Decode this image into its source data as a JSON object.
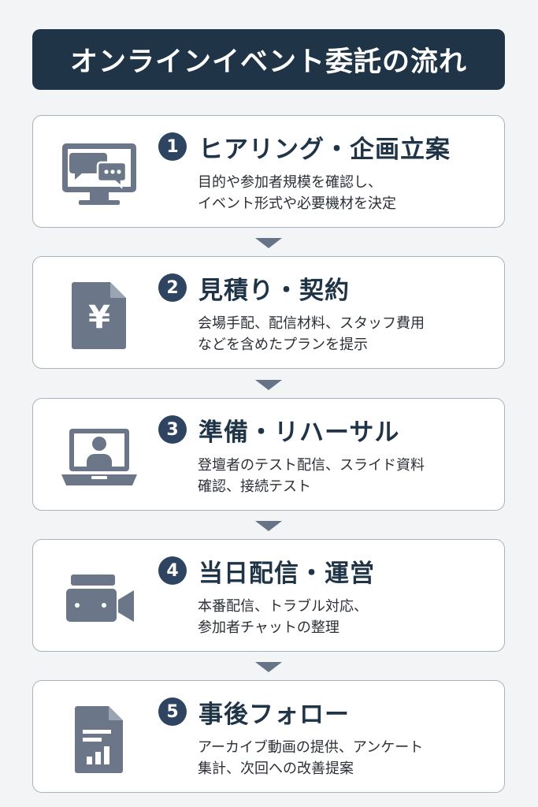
{
  "header": {
    "title": "オンラインイベント委託の流れ"
  },
  "steps": [
    {
      "number": "1",
      "title": "ヒアリング・企画立案",
      "desc_line1": "目的や参加者規模を確認し、",
      "desc_line2": "イベント形式や必要機材を決定",
      "icon": "monitor-chat-icon"
    },
    {
      "number": "2",
      "title": "見積り・契約",
      "desc_line1": "会場手配、配信材料、スタッフ費用",
      "desc_line2": "などを含めたプランを提示",
      "icon": "yen-document-icon"
    },
    {
      "number": "3",
      "title": "準備・リハーサル",
      "desc_line1": "登壇者のテスト配信、スライド資料",
      "desc_line2": "確認、接続テスト",
      "icon": "laptop-person-icon"
    },
    {
      "number": "4",
      "title": "当日配信・運営",
      "desc_line1": "本番配信、トラブル対応、",
      "desc_line2": "参加者チャットの整理",
      "icon": "video-camera-icon"
    },
    {
      "number": "5",
      "title": "事後フォロー",
      "desc_line1": "アーカイブ動画の提供、アンケート",
      "desc_line2": "集計、次回への改善提案",
      "icon": "report-document-icon"
    }
  ],
  "colors": {
    "header_bg": "#1f3447",
    "icon": "#6b7789",
    "badge": "#2e4461",
    "arrow": "#667488"
  }
}
